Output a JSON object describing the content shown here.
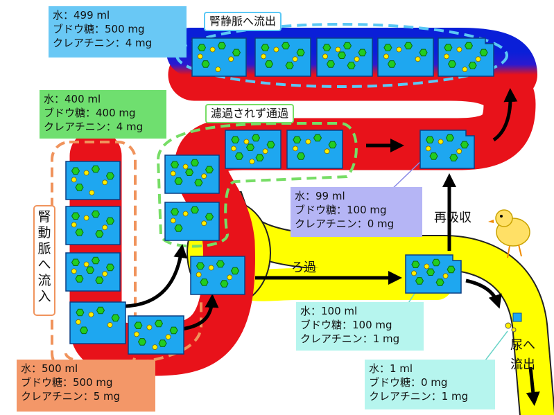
{
  "labels": {
    "vein_out": "腎静脈へ流出",
    "no_filter": "濾過されず通過",
    "artery_in": "腎動脈へ流入",
    "filtration": "ろ過",
    "reabsorption": "再吸収",
    "urine_out_1": "尿へ",
    "urine_out_2": "流出"
  },
  "boxes": {
    "vein": {
      "water": "水：499 ml",
      "glucose": "ブドウ糖：500 mg",
      "creatinine": "クレアチニン：4 mg"
    },
    "nofilter": {
      "water": "水：400 ml",
      "glucose": "ブドウ糖：400 mg",
      "creatinine": "クレアチニン：4 mg"
    },
    "reabsorbed": {
      "water": "水：99 ml",
      "glucose": "ブドウ糖：100 mg",
      "creatinine": "クレアチニン：0 mg"
    },
    "filtered": {
      "water": "水：100 ml",
      "glucose": "ブドウ糖：100 mg",
      "creatinine": "クレアチニン：1 mg"
    },
    "urine": {
      "water": "水：1 ml",
      "glucose": "ブドウ糖：0 mg",
      "creatinine": "クレアチニン：1 mg"
    },
    "input": {
      "water": "水：500 ml",
      "glucose": "ブドウ糖：500 mg",
      "creatinine": "クレアチニン：5 mg"
    }
  },
  "colors": {
    "artery": "#e8121a",
    "vein": "#0a1fd8",
    "tubule": "#ffff00",
    "packet": "#1ea7f0",
    "glucose_particle": "#22cc22",
    "creatinine_particle": "#ffee00"
  }
}
